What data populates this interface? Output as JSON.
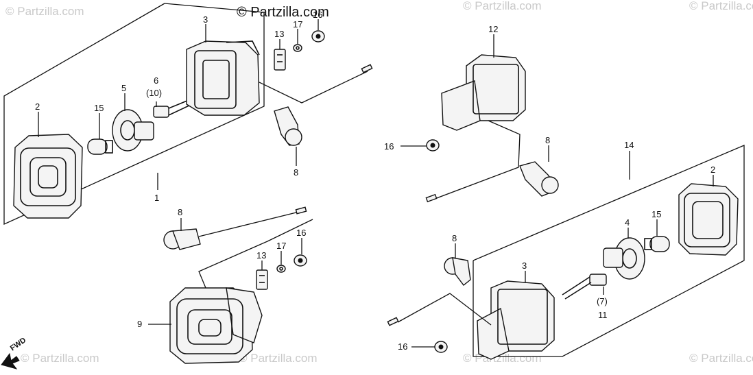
{
  "watermarks": {
    "top_center": "© Partzilla.com",
    "repeated": "© Partzilla.com"
  },
  "fwd_label": "FWD",
  "callouts": {
    "c1": "1",
    "c2a": "2",
    "c3a": "3",
    "c5": "5",
    "c6": "6",
    "c10": "(10)",
    "c15a": "15",
    "c13a": "13",
    "c17a": "17",
    "c16a": "16",
    "c8a": "8",
    "c12": "12",
    "c16b": "16",
    "c8b": "8",
    "c14": "14",
    "c2b": "2",
    "c15b": "15",
    "c4": "4",
    "c8c": "8",
    "c3b": "3",
    "c7": "(7)",
    "c11": "11",
    "c16c": "16",
    "c8d": "8",
    "c13b": "13",
    "c17b": "17",
    "c16d": "16",
    "c9": "9"
  }
}
